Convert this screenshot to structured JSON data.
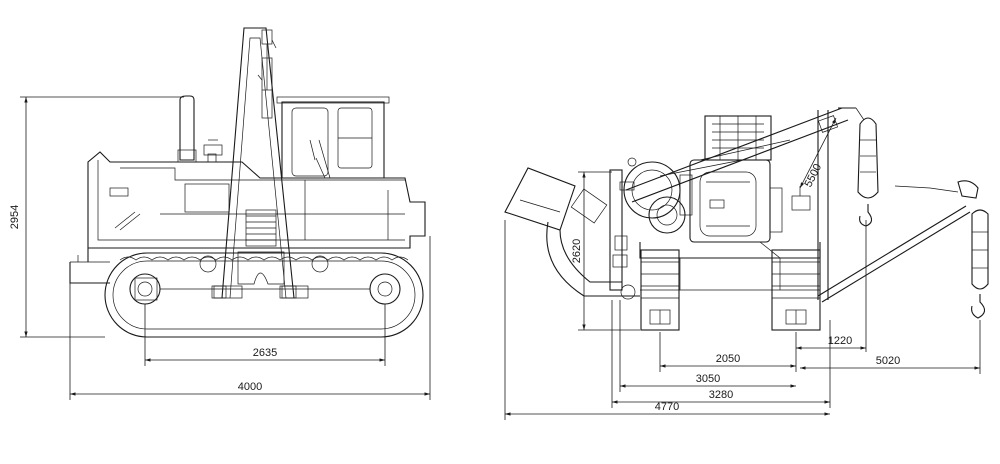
{
  "drawing": {
    "side_view": {
      "height_dim": "2954",
      "track_center_dim": "2635",
      "overall_length_dim": "4000"
    },
    "front_view": {
      "height_dim": "2620",
      "boom_dim": "5500",
      "track_gauge_dim": "2050",
      "width_dim_1": "3050",
      "width_dim_2": "3280",
      "width_dim_3": "4770",
      "reach_dim": "5020",
      "offset_dim": "1220"
    }
  }
}
